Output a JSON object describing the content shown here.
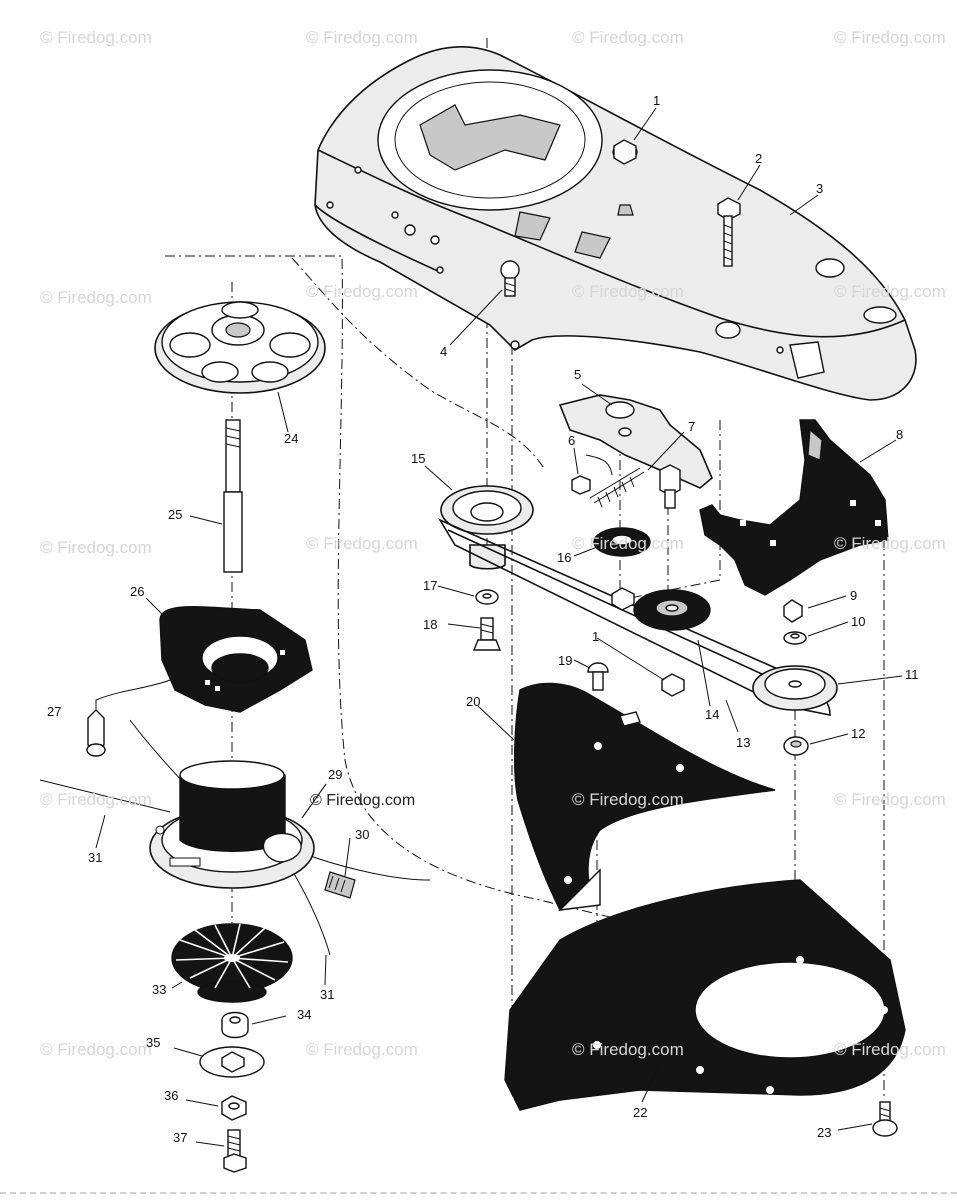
{
  "watermark": {
    "text": "© Firedog.com"
  },
  "inline_watermark": "© Firedog.com",
  "callouts": [
    "1",
    "2",
    "3",
    "4",
    "5",
    "6",
    "7",
    "8",
    "15",
    "16",
    "17",
    "9",
    "18",
    "10",
    "1",
    "11",
    "19",
    "14",
    "13",
    "12",
    "20",
    "24",
    "25",
    "26",
    "27",
    "29",
    "30",
    "31",
    "31",
    "33",
    "34",
    "35",
    "36",
    "37",
    "22",
    "23"
  ]
}
